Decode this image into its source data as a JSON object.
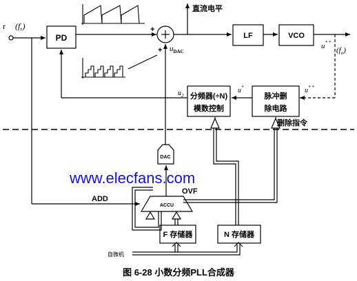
{
  "input_label": "(f",
  "input_label_sub": "r",
  "input_label_close": ")",
  "input_prefix": "r",
  "pd_label": "PD",
  "lf_label": "LF",
  "vco_label": "VCO",
  "dc_level_label": "直流电平",
  "sum_plus_top": "+",
  "sum_plus_left": "+",
  "u_dac_label": "u",
  "u_dac_sub": "DAC",
  "output_u2": "u",
  "output_sup": "* *",
  "output_fo": "(f",
  "output_fo_sub": "o",
  "output_fo_close": ")",
  "divider_line1": "分频器(÷N)",
  "divider_line2": "模数控制",
  "pulse_line1": "脉冲删",
  "pulse_line2": "除电路",
  "u2_left": "u",
  "u2_left_sub": "2",
  "u2_mid": "u",
  "u2_mid_sup": "*",
  "u2_mid_sub": "2",
  "u2_right": "u",
  "u2_right_sup": "* *",
  "u2_right_sub": "2",
  "delete_cmd": "删除指令",
  "dac_label": "DAC",
  "accu_label": "ACCU",
  "ovf_label": "OVF",
  "add_label": "ADD",
  "f_store": "F 存储器",
  "n_store": "N 存储器",
  "cpu_label": "自微机",
  "watermark": "www.elecfans.com",
  "caption": "图 6-28   小数分频PLL合成器",
  "colors": {
    "line": "#000000",
    "watermark": "#1010e0"
  }
}
